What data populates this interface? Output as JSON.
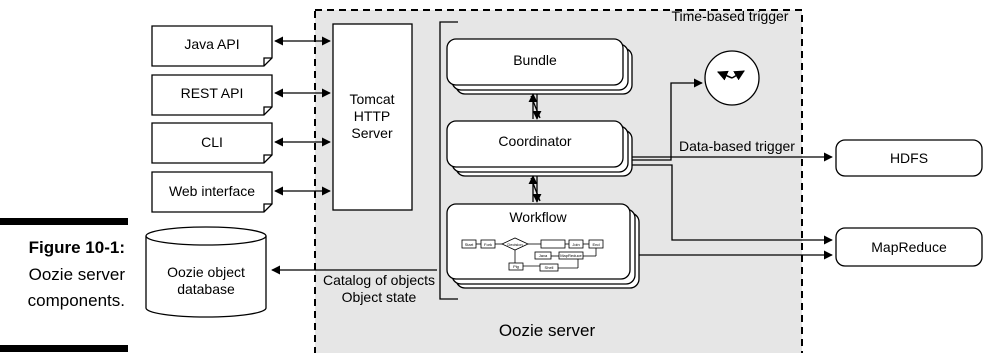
{
  "clients": [
    {
      "label": "Java API"
    },
    {
      "label": "REST API"
    },
    {
      "label": "CLI"
    },
    {
      "label": "Web interface"
    }
  ],
  "http_server": {
    "line1": "Tomcat",
    "line2": "HTTP",
    "line3": "Server"
  },
  "components": {
    "bundle": "Bundle",
    "coordinator": "Coordinator",
    "workflow": "Workflow",
    "workflow_nodes": [
      "Start",
      "Fork",
      "Decision",
      "MapReduce",
      "Java",
      "Join",
      "End",
      "Pig",
      "Shell"
    ]
  },
  "triggers": {
    "time": "Time-based trigger",
    "data": "Data-based trigger"
  },
  "external": {
    "hdfs": "HDFS",
    "mapreduce": "MapReduce"
  },
  "database": {
    "line1": "Oozie object",
    "line2": "database"
  },
  "catalog": {
    "line1": "Catalog of objects",
    "line2": "Object state"
  },
  "server_label": "Oozie server",
  "caption": {
    "figure": "Figure 10-1:",
    "line1": "Oozie server",
    "line2": "components."
  },
  "colors": {
    "server_bg": "#e6e6e6",
    "stroke": "#000000",
    "box_fill": "#ffffff"
  }
}
